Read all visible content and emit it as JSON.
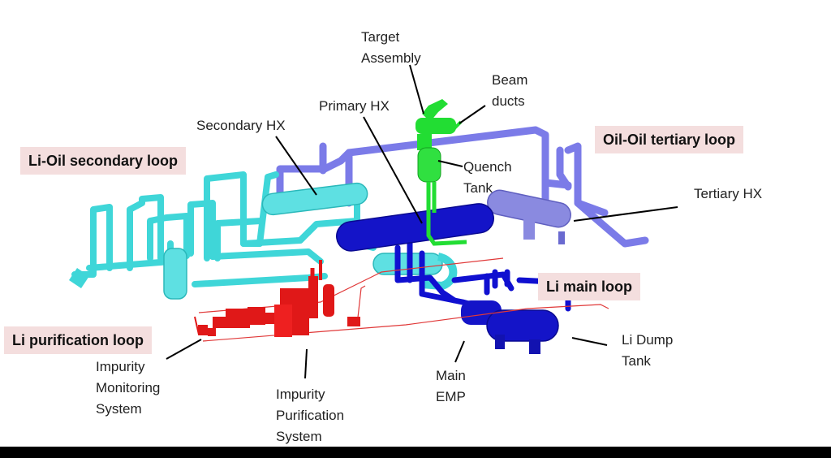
{
  "loops": {
    "li_oil_secondary": "Li-Oil secondary loop",
    "oil_oil_tertiary": "Oil-Oil tertiary loop",
    "li_main": "Li main loop",
    "li_purification": "Li purification loop"
  },
  "labels": {
    "target_assembly": "Target\nAssembly",
    "beam_ducts": "Beam\nducts",
    "primary_hx": "Primary HX",
    "secondary_hx": "Secondary  HX",
    "quench_tank": "Quench\nTank",
    "tertiary_hx": "Tertiary HX",
    "li_dump_tank": "Li Dump\nTank",
    "main_emp": "Main\nEMP",
    "impurity_purification": "Impurity\nPurification\nSystem",
    "impurity_monitoring": "Impurity\nMonitoring\nSystem"
  },
  "colors": {
    "secondary_loop": "#3fd6d8",
    "tertiary_loop": "#7b7be8",
    "main_loop": "#1010d0",
    "purification_loop": "#e01818",
    "target_assembly": "#22dd33",
    "tag_background": "#f4dede"
  }
}
